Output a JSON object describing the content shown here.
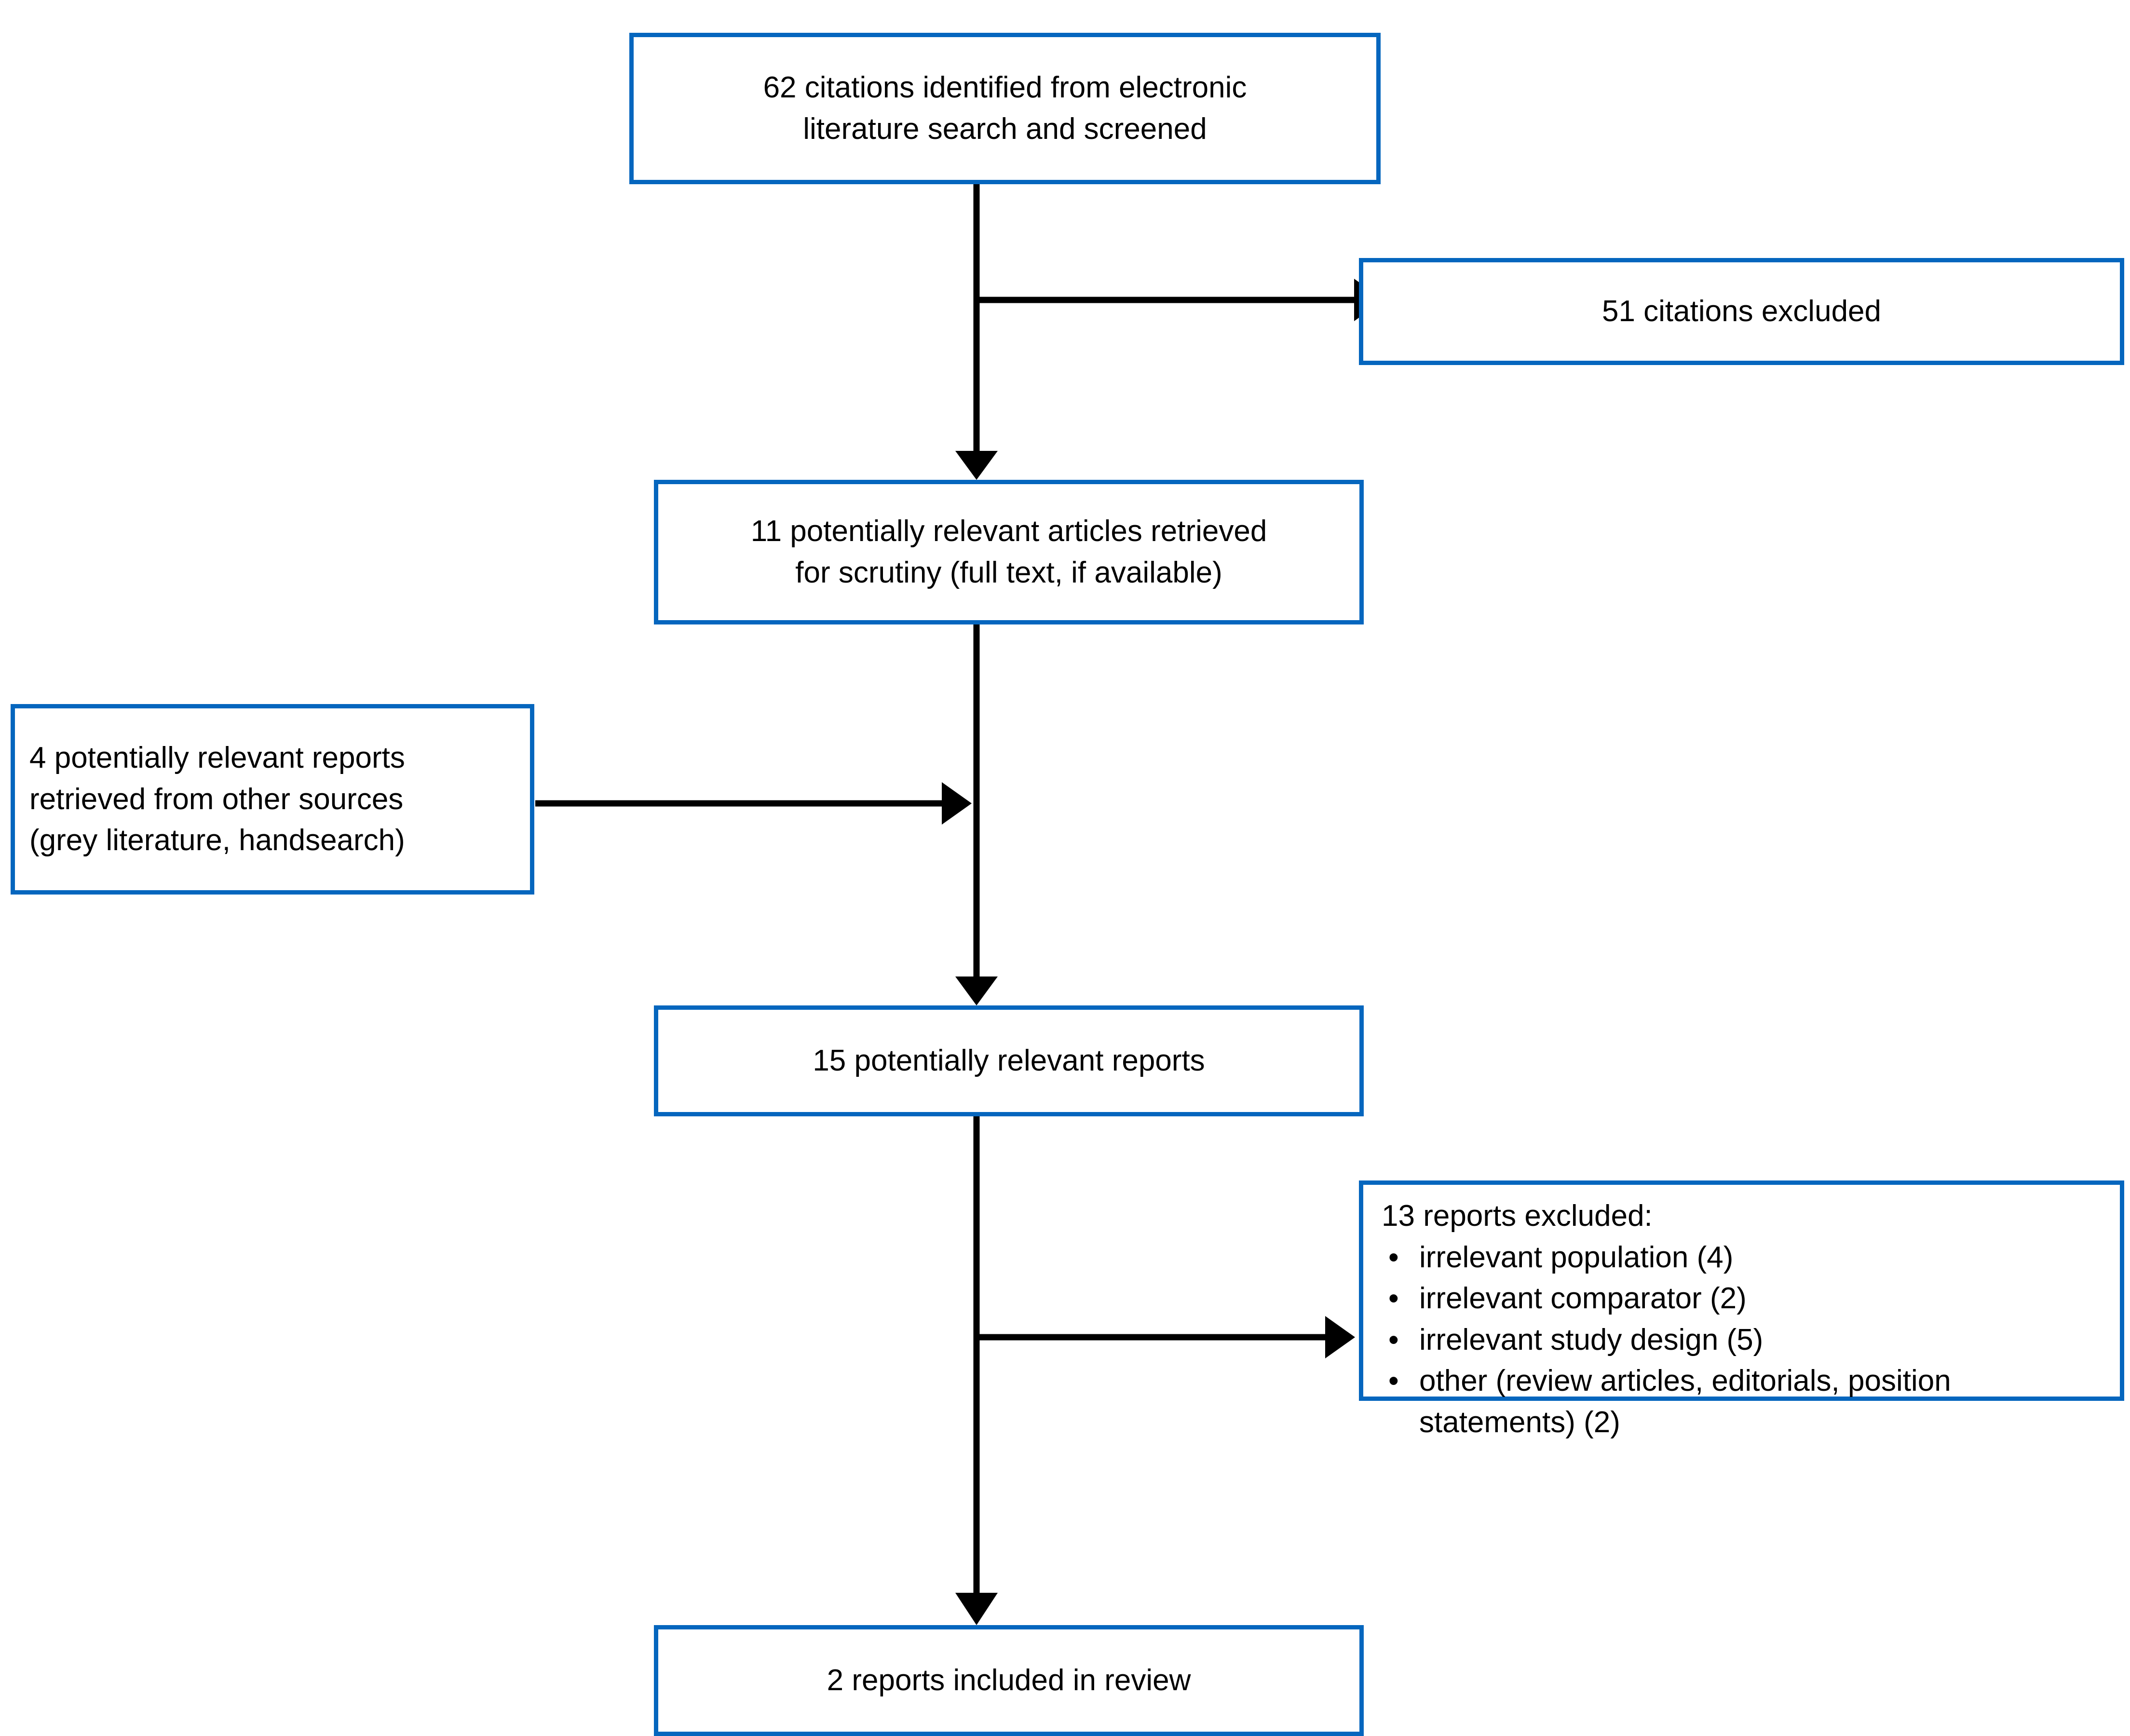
{
  "diagram": {
    "title": "PRISMA study selection flow diagram",
    "accent_color": "#0566BE",
    "line_color": "#000000",
    "background_color": "#FFFFFF",
    "text_color": "#000000"
  },
  "nodes": {
    "identified": {
      "id": "identified",
      "line1": "62 citations identified from electronic",
      "line2": "literature search and screened",
      "count": 62,
      "align": "center"
    },
    "citations_excluded": {
      "id": "citations-excluded",
      "label": "51 citations excluded",
      "count": 51,
      "align": "center"
    },
    "retrieved": {
      "id": "retrieved",
      "line1": "11 potentially relevant articles retrieved",
      "line2": "for scrutiny (full text, if available)",
      "count": 11,
      "align": "center"
    },
    "other_sources": {
      "id": "other-sources",
      "line1": "4 potentially relevant reports",
      "line2": "retrieved from other sources",
      "line3": "(grey literature, handsearch)",
      "count": 4,
      "align": "left"
    },
    "relevant_reports": {
      "id": "relevant-reports",
      "label": "15 potentially relevant reports",
      "count": 15,
      "align": "center"
    },
    "reports_excluded": {
      "id": "reports-excluded",
      "heading": "13 reports excluded:",
      "count": 13,
      "bullet_glyph": "•",
      "reasons": [
        "irrelevant population (4)",
        "irrelevant comparator (2)",
        "irrelevant study design (5)",
        "other (review articles, editorials, position statements) (2)"
      ],
      "align": "left"
    },
    "included": {
      "id": "included",
      "label": "2 reports included in review",
      "count": 2,
      "align": "center"
    }
  },
  "connectors": {
    "spine_top": {
      "name": "identified-to-retrieved",
      "direction": "down"
    },
    "branch_excluded_citations": {
      "name": "to-citations-excluded",
      "direction": "right"
    },
    "other_sources_join": {
      "name": "other-sources-to-spine",
      "direction": "right"
    },
    "spine_middle": {
      "name": "retrieved-to-relevant-reports",
      "direction": "down"
    },
    "branch_excluded_reports": {
      "name": "to-reports-excluded",
      "direction": "right"
    },
    "spine_bottom": {
      "name": "relevant-reports-to-included",
      "direction": "down"
    }
  }
}
